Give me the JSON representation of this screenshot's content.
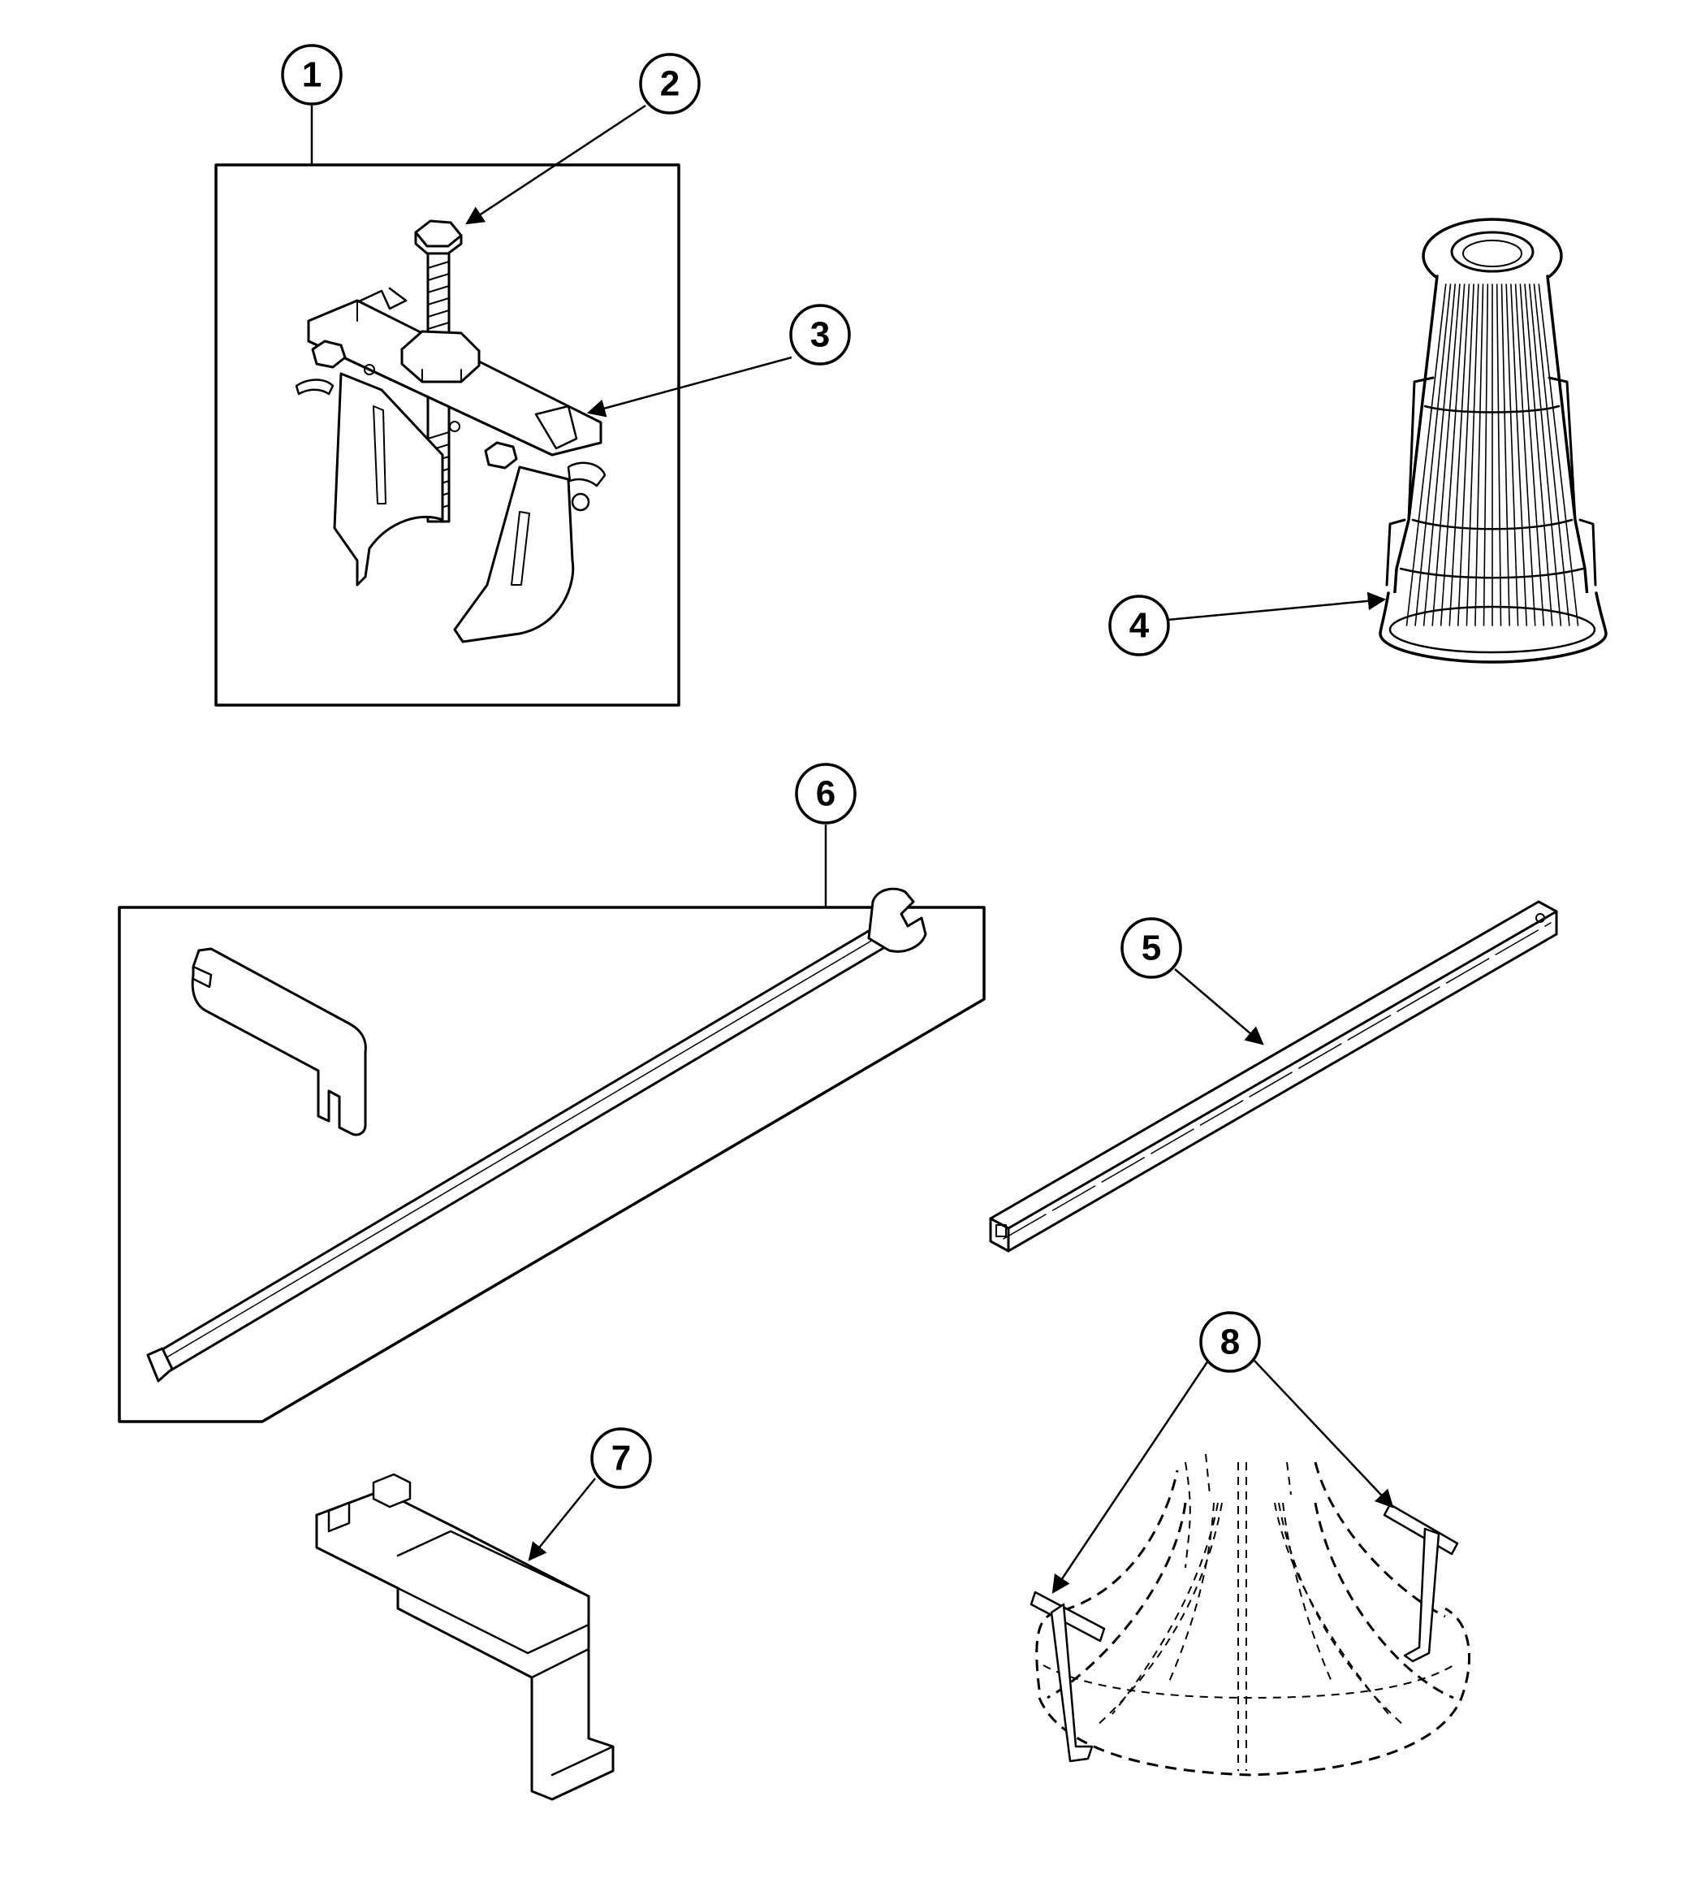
{
  "callouts": [
    {
      "id": "1",
      "label": "1"
    },
    {
      "id": "2",
      "label": "2"
    },
    {
      "id": "3",
      "label": "3"
    },
    {
      "id": "4",
      "label": "4"
    },
    {
      "id": "5",
      "label": "5"
    },
    {
      "id": "6",
      "label": "6"
    },
    {
      "id": "7",
      "label": "7"
    },
    {
      "id": "8",
      "label": "8"
    }
  ],
  "parts": [
    {
      "ref": "1",
      "icon": "puller-kit-box-icon"
    },
    {
      "ref": "2",
      "icon": "hex-bolt-icon"
    },
    {
      "ref": "3",
      "icon": "puller-jaw-icon"
    },
    {
      "ref": "4",
      "icon": "spin-tube-icon"
    },
    {
      "ref": "5",
      "icon": "square-shaft-icon"
    },
    {
      "ref": "6",
      "icon": "wrench-kit-icon"
    },
    {
      "ref": "7",
      "icon": "bracket-icon"
    },
    {
      "ref": "8",
      "icon": "t-pin-icon"
    }
  ]
}
